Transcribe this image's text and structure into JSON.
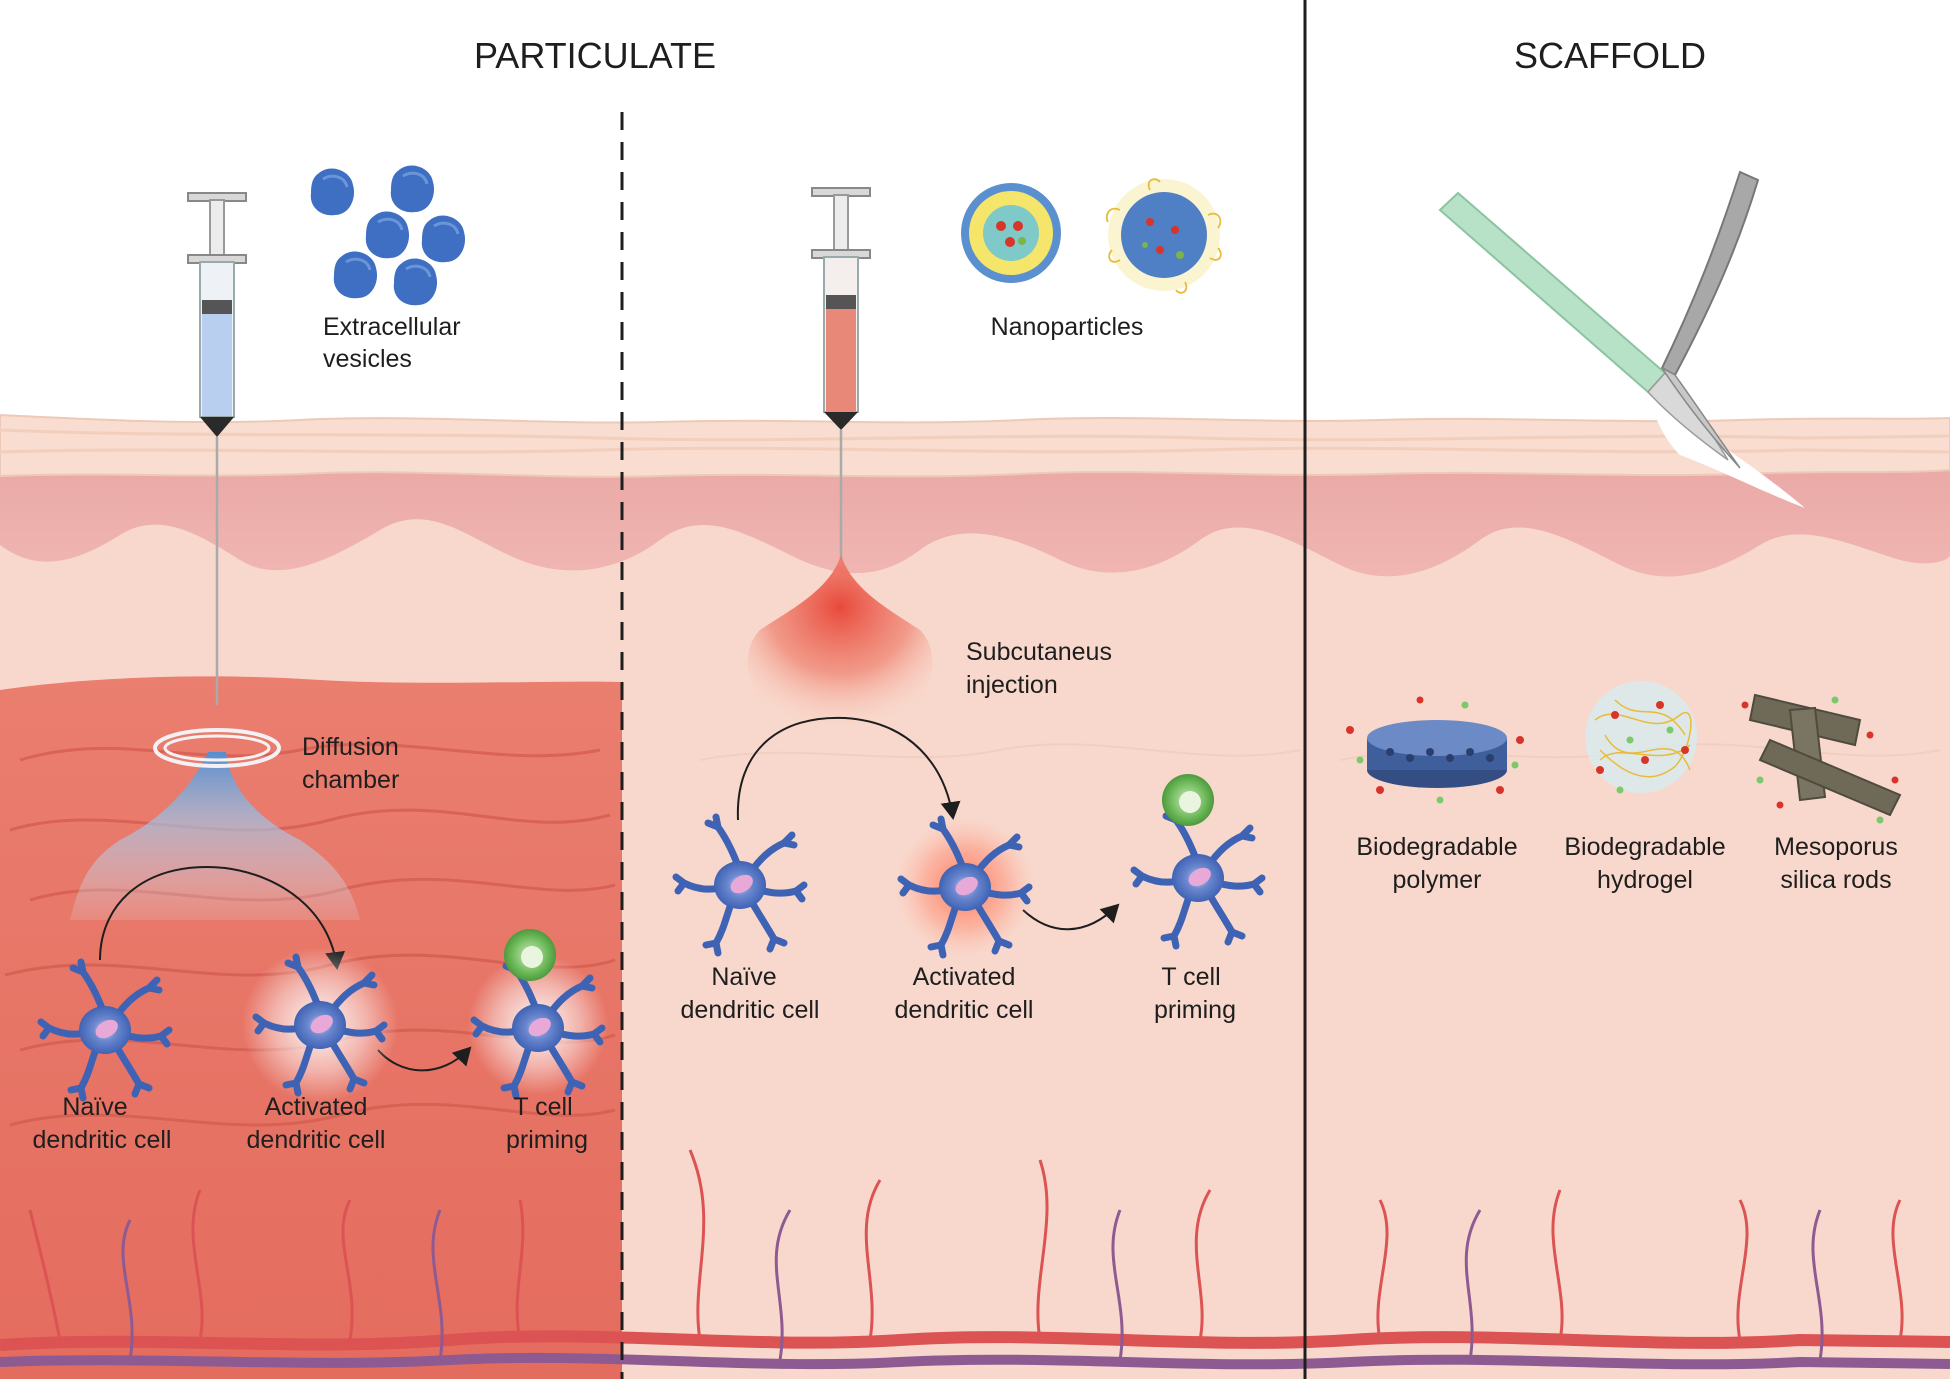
{
  "sections": {
    "particulate": "PARTICULATE",
    "scaffold": "SCAFFOLD"
  },
  "panel_ev": {
    "source": [
      "Extracellular",
      "vesicles"
    ],
    "device": [
      "Diffusion",
      "chamber"
    ],
    "naive": [
      "Naïve",
      "dendritic cell"
    ],
    "activated": [
      "Activated",
      "dendritic cell"
    ],
    "priming": [
      "T cell",
      "priming"
    ]
  },
  "panel_np": {
    "source": "Nanoparticles",
    "injection": [
      "Subcutaneus",
      "injection"
    ],
    "naive": [
      "Naïve",
      "dendritic cell"
    ],
    "activated": [
      "Activated",
      "dendritic cell"
    ],
    "priming": [
      "T cell",
      "priming"
    ]
  },
  "panel_scaffold": {
    "polymer": [
      "Biodegradable",
      "polymer"
    ],
    "hydrogel": [
      "Biodegradable",
      "hydrogel"
    ],
    "rods": [
      "Mesoporus",
      "silica rods"
    ]
  },
  "colors": {
    "epidermis": "#f8ddd0",
    "dermis": "#edb0ad",
    "subcutis": "#f8d8cc",
    "ev_tissue": "#e8796a",
    "cell_blue": "#3f63b4",
    "t_cell_green": "#5aa84a",
    "vessel_red": "#dc5353",
    "vessel_purple": "#8e5a92"
  },
  "icons": [
    "syringe-icon",
    "scalpel-icon",
    "forceps-icon",
    "dendritic-cell-icon",
    "t-cell-icon",
    "blood-vessel-icon"
  ]
}
